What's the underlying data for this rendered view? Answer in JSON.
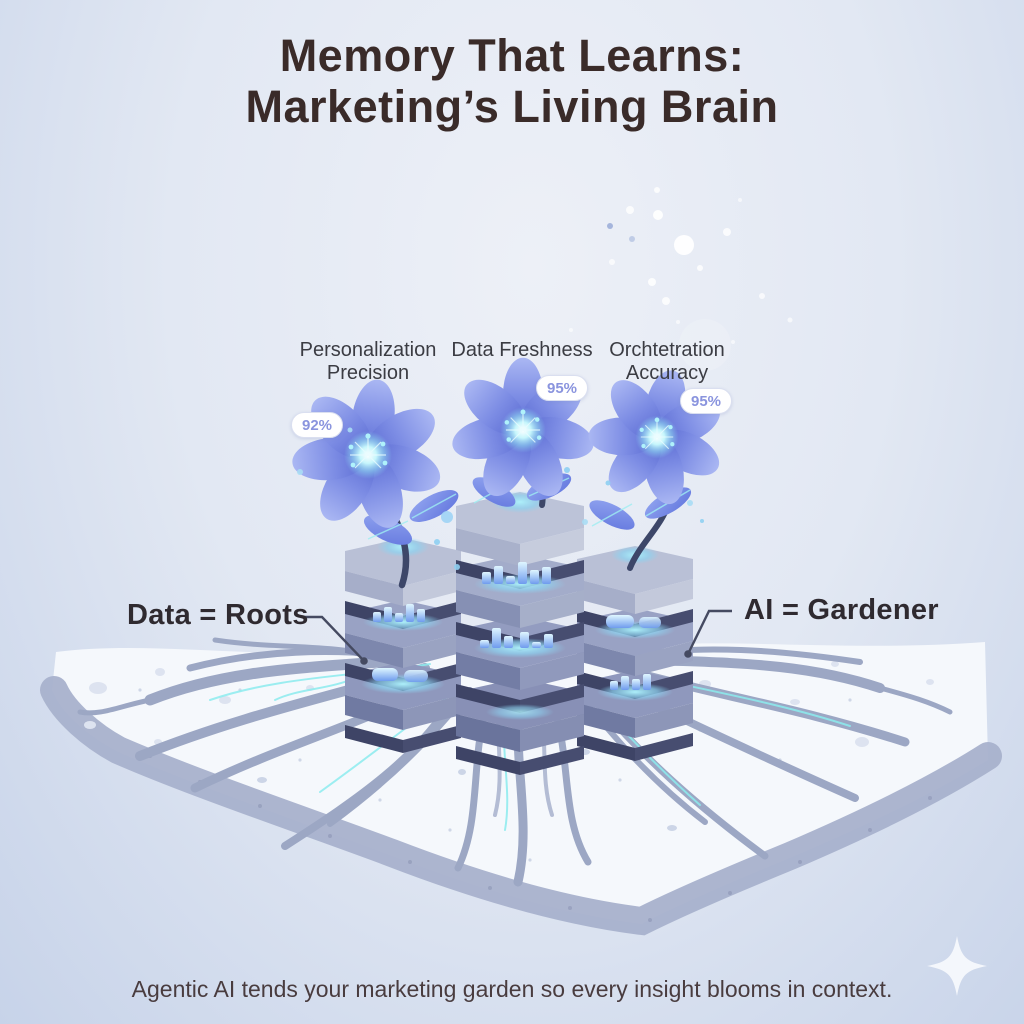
{
  "title": {
    "line1": "Memory That Learns:",
    "line2": "Marketing’s Living Brain"
  },
  "metrics": [
    {
      "label_line1": "Personalization",
      "label_line2": "Precision",
      "value": "92%"
    },
    {
      "label_line1": "Data Freshness",
      "label_line2": "",
      "value": "95%"
    },
    {
      "label_line1": "Orchtetration",
      "label_line2": "Accuracy",
      "value": "95%"
    }
  ],
  "callouts": {
    "left_label": "Data = Roots",
    "right_label": "AI = Gardener"
  },
  "caption": "Agentic AI tends your marketing garden so every insight blooms in context.",
  "illustration": {
    "flowers_count": 3,
    "stack_layers": [
      3,
      4,
      3
    ],
    "icons": [
      "flower-icon",
      "database-stack-icon",
      "roots-icon",
      "soil-icon",
      "sparkle-icon",
      "bubbles-icon"
    ]
  },
  "colors": {
    "background_top": "#edf0f7",
    "background_bottom": "#c7d3e9",
    "title_text": "#3a2b29",
    "label_text": "#3b3c43",
    "callout_text": "#2f2a30",
    "caption_text": "#493c3f",
    "badge_bg": "#ffffff",
    "badge_text": "#8a94de",
    "petal": "#7283dd",
    "flower_center_glow": "#c4f5fc",
    "stem": "#3d4769",
    "hex_top": "#b6bdd4",
    "hex_side_dark": "#3e4466",
    "root": "#9ca7c4",
    "soil": "#f6f9fc",
    "soil_band": "#a8b1cc",
    "accent_cyan": "#8cecee"
  }
}
